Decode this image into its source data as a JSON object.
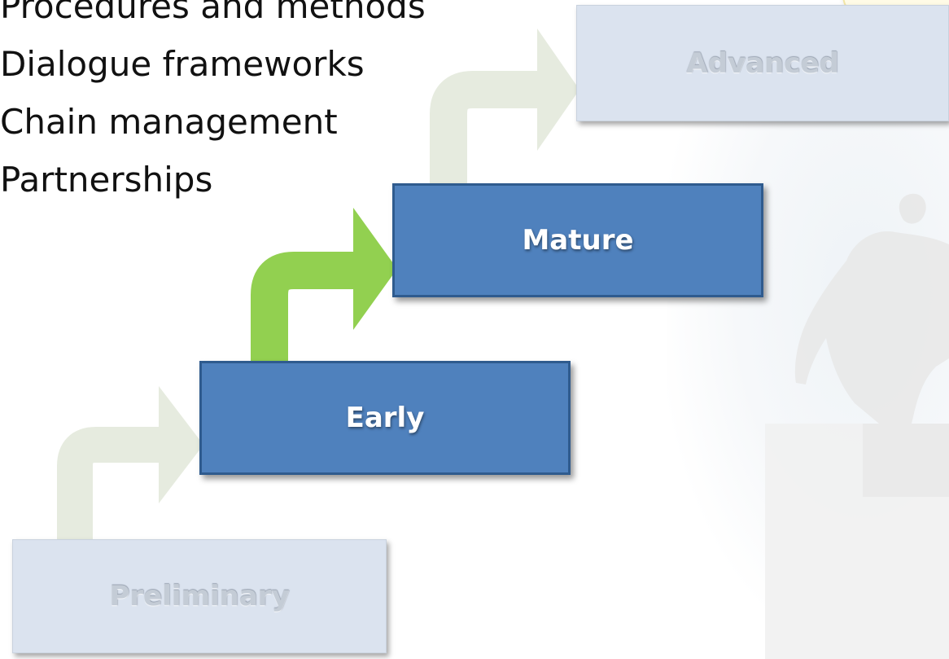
{
  "bullets": {
    "items": [
      "Procedures and methods",
      "Dialogue frameworks",
      "Chain management",
      "Partnerships"
    ]
  },
  "stages": {
    "preliminary": {
      "label": "Preliminary",
      "state": "inactive"
    },
    "early": {
      "label": "Early",
      "state": "active"
    },
    "mature": {
      "label": "Mature",
      "state": "active"
    },
    "advanced": {
      "label": "Advanced",
      "state": "inactive"
    }
  },
  "colors": {
    "active_box": "#4f81bd",
    "active_border": "#2f5b8e",
    "inactive_box": "#dbe3ef",
    "arrow_active": "#92d050",
    "arrow_inactive": "#e6ebdf"
  }
}
